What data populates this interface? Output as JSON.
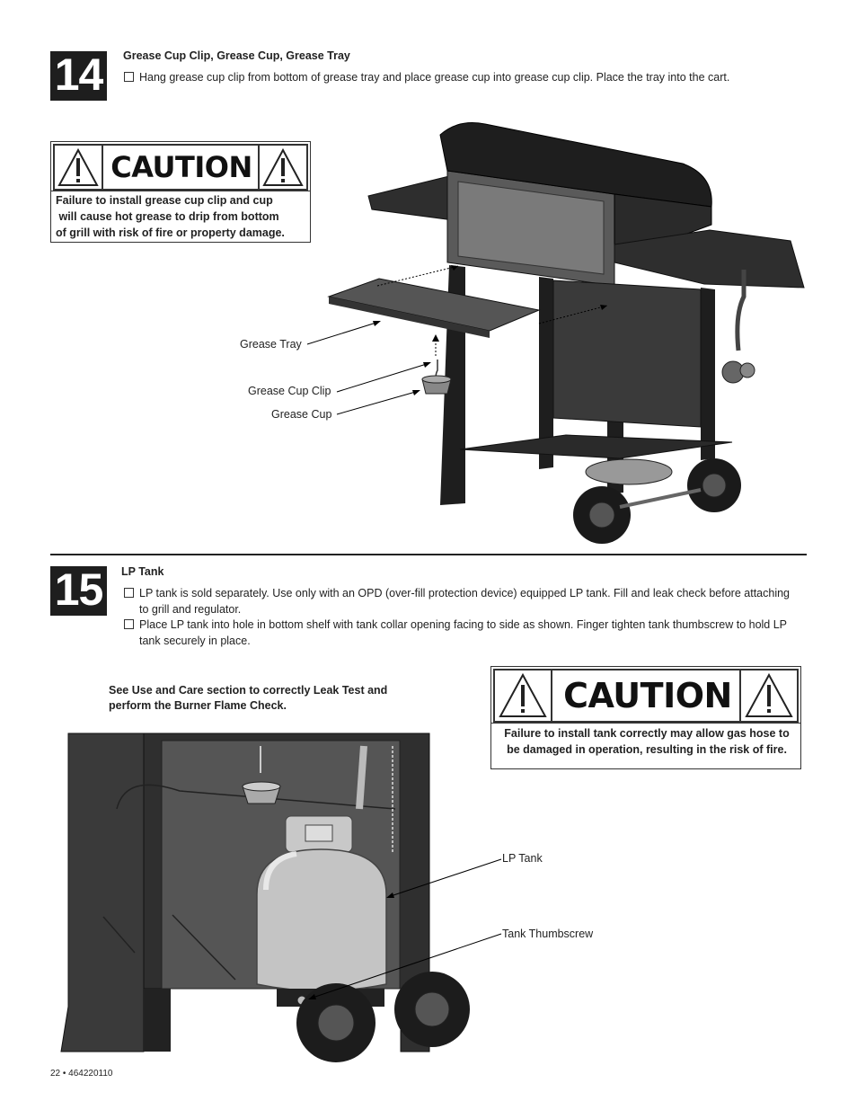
{
  "step14": {
    "number": "14",
    "heading": "Grease Cup Clip, Grease Cup, Grease Tray",
    "instruction": "Hang grease cup clip from bottom of grease tray and place grease cup into grease cup clip. Place the tray into the cart.",
    "caution": {
      "title": "CAUTION",
      "lines": [
        "Failure to install grease cup clip and cup",
        " will cause hot grease to drip from bottom",
        "of grill with risk of fire or property damage."
      ]
    },
    "callouts": {
      "grease_tray": "Grease Tray",
      "grease_cup_clip": "Grease Cup Clip",
      "grease_cup": "Grease Cup"
    }
  },
  "step15": {
    "number": "15",
    "heading": "LP Tank",
    "bullets": [
      {
        "line1": "LP tank is sold separately. Use only with an OPD (over-fill protection device) equipped LP tank. Fill and leak check before attaching",
        "line2": "to grill and regulator."
      },
      {
        "line1": "Place LP tank into hole in bottom shelf with tank collar opening facing to side as shown. Finger tighten tank thumbscrew to hold LP",
        "line2": "tank securely in place."
      }
    ],
    "note": {
      "line1": "See Use and Care section to correctly Leak Test and",
      "line2": "perform the Burner Flame Check."
    },
    "caution": {
      "title": "CAUTION",
      "lines": [
        "Failure to install tank correctly may allow gas hose to",
        "be damaged in operation, resulting in the risk of fire."
      ]
    },
    "callouts": {
      "lp_tank": "LP Tank",
      "tank_thumbscrew": "Tank Thumbscrew"
    }
  },
  "footer": "22 • 464220110"
}
